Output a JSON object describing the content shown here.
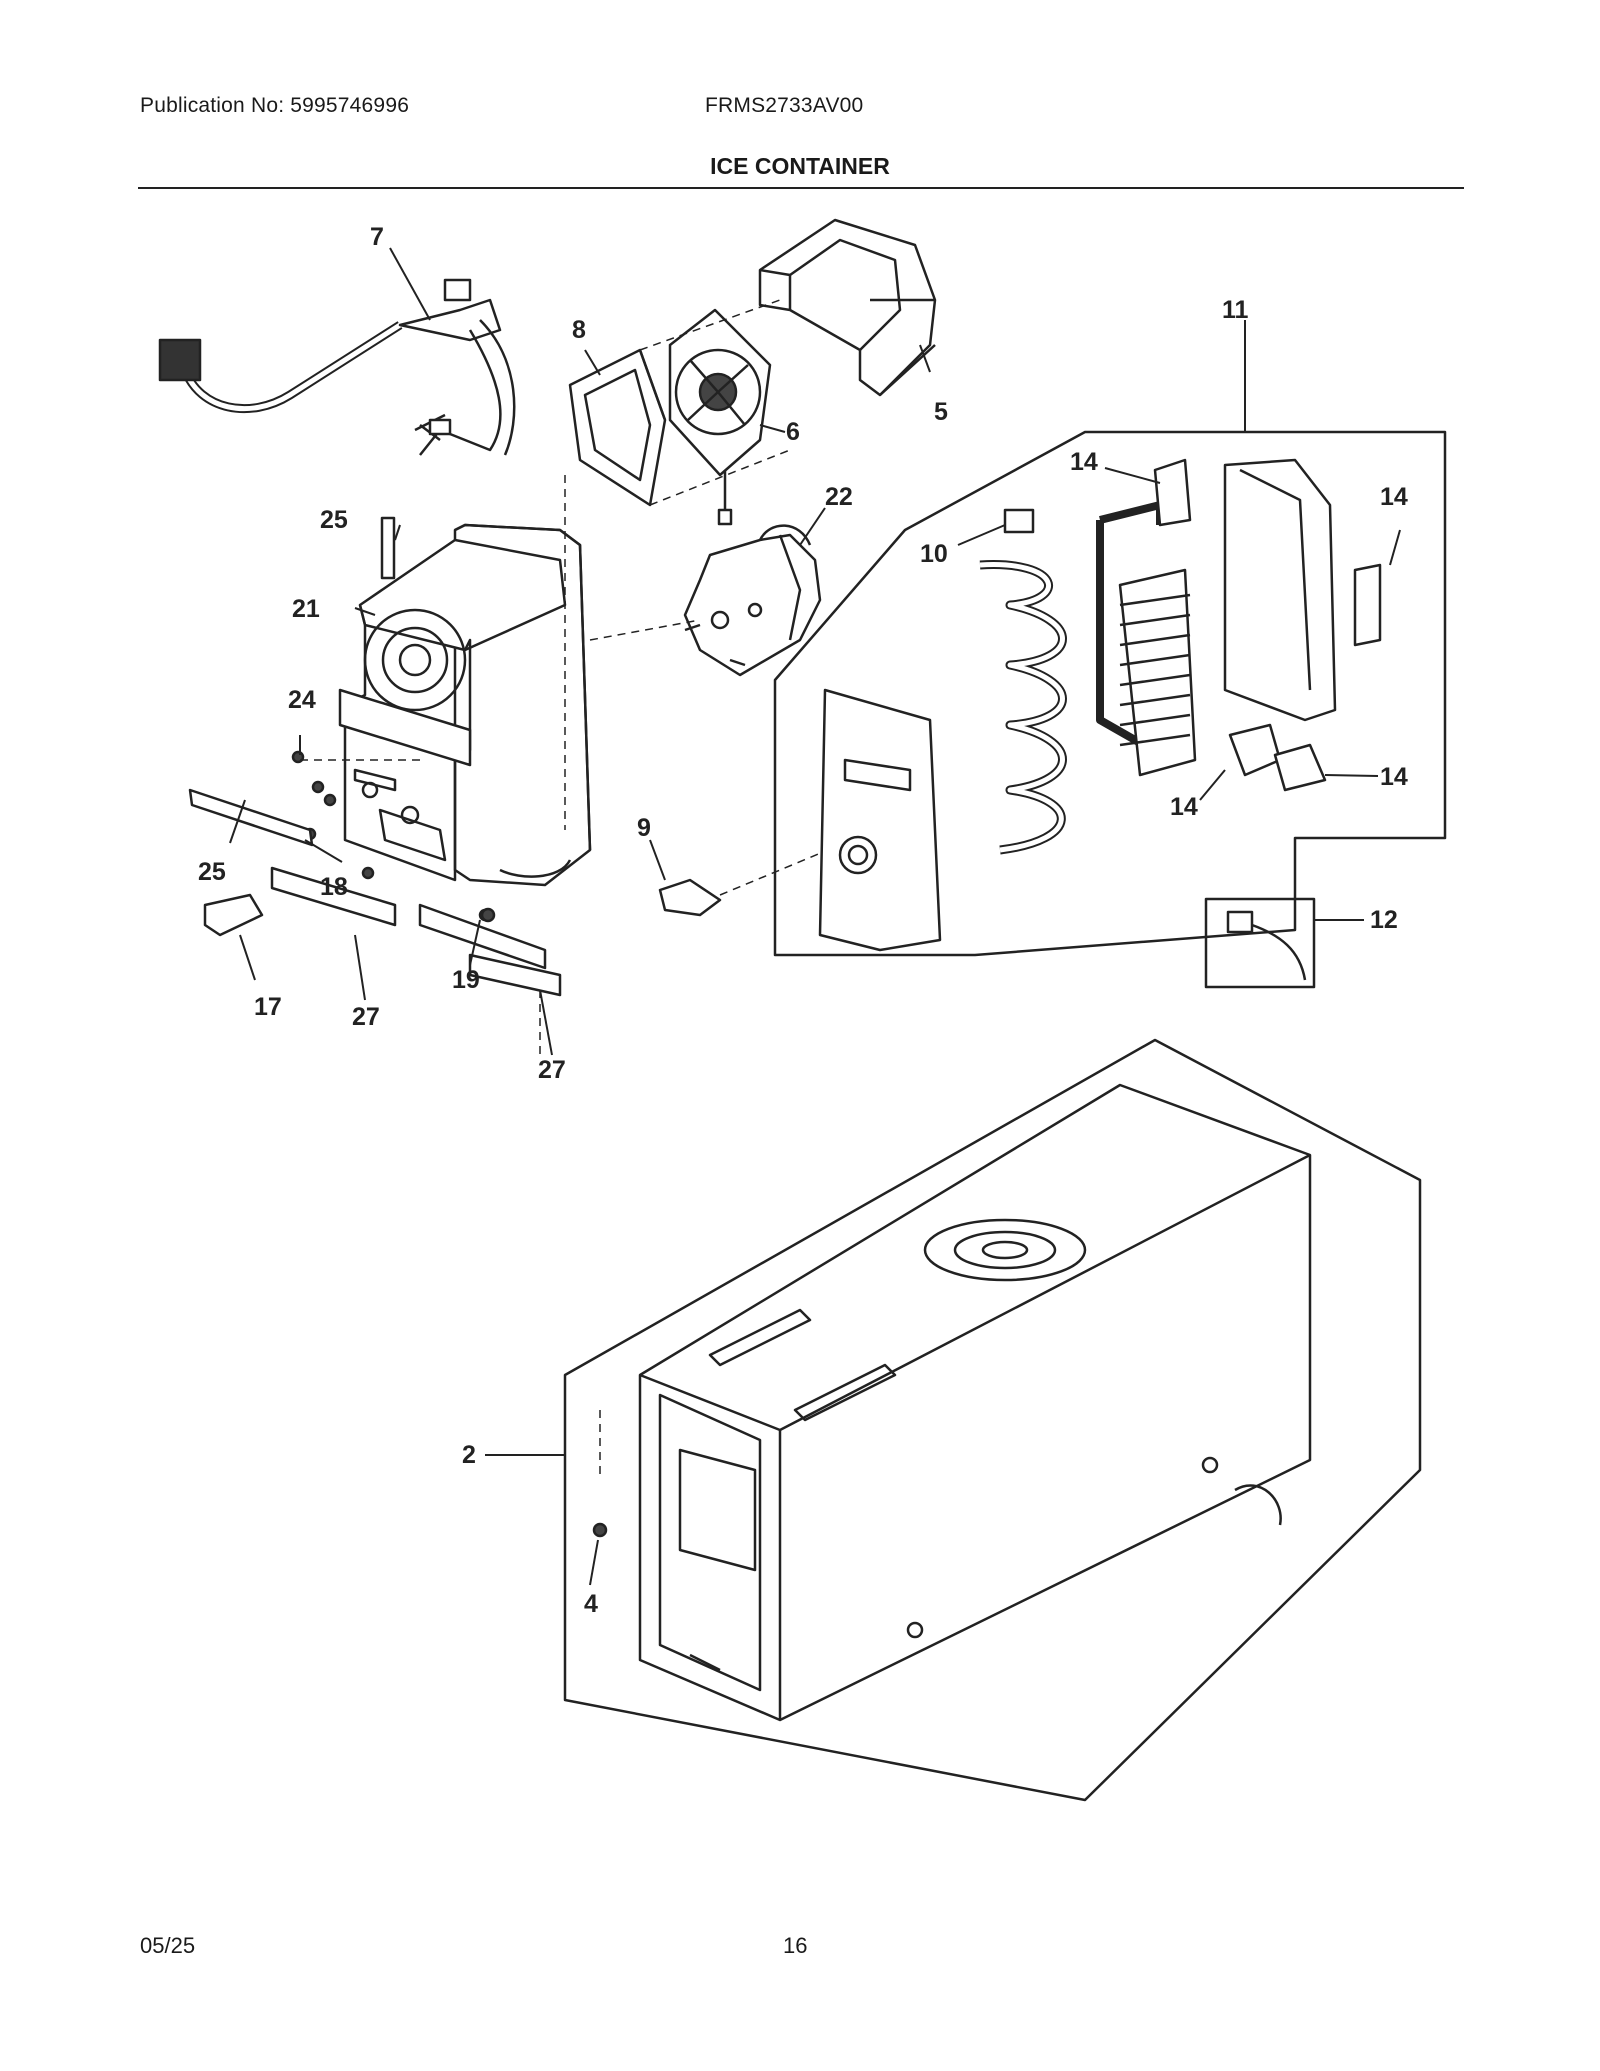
{
  "header": {
    "publication": "Publication No: 5995746996",
    "model": "FRMS2733AV00",
    "title": "ICE CONTAINER"
  },
  "footer": {
    "date": "05/25",
    "page": "16"
  },
  "callouts": {
    "c7": "7",
    "c8": "8",
    "c6": "6",
    "c5": "5",
    "c11": "11",
    "c25a": "25",
    "c22": "22",
    "c14a": "14",
    "c14b": "14",
    "c10": "10",
    "c21": "21",
    "c24": "24",
    "c25b": "25",
    "c18": "18",
    "c9": "9",
    "c14c": "14",
    "c14d": "14",
    "c12": "12",
    "c17": "17",
    "c27a": "27",
    "c19": "19",
    "c27b": "27",
    "c2": "2",
    "c4": "4"
  }
}
